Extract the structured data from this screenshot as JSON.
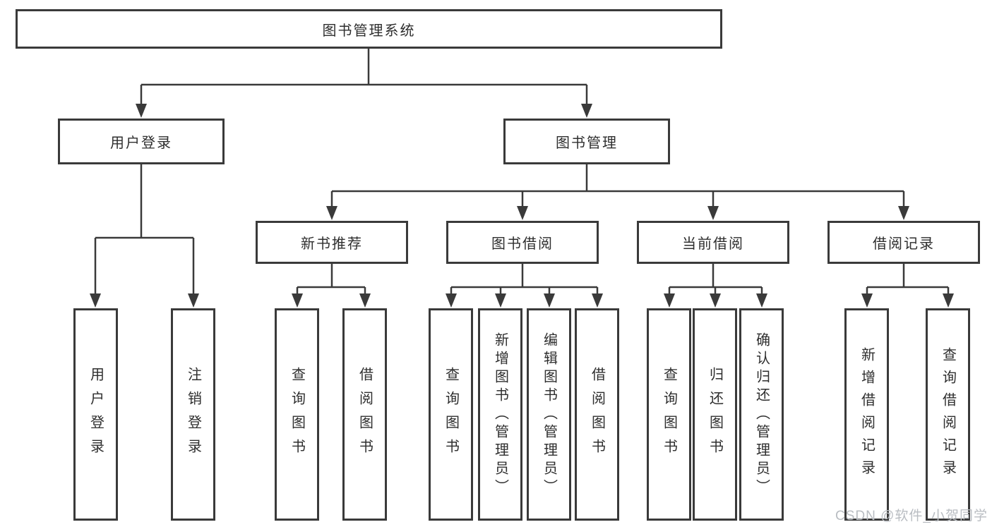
{
  "tree": {
    "root": {
      "label": "图书管理系统"
    },
    "branches": [
      {
        "label": "用户登录",
        "children": [
          {
            "label": "用户登录"
          },
          {
            "label": "注销登录"
          }
        ]
      },
      {
        "label": "图书管理",
        "groups": [
          {
            "label": "新书推荐",
            "children": [
              {
                "label": "查询图书"
              },
              {
                "label": "借阅图书"
              }
            ]
          },
          {
            "label": "图书借阅",
            "children": [
              {
                "label": "查询图书"
              },
              {
                "label": "新增图书（管理员）"
              },
              {
                "label": "编辑图书（管理员）"
              },
              {
                "label": "借阅图书"
              }
            ]
          },
          {
            "label": "当前借阅",
            "children": [
              {
                "label": "查询图书"
              },
              {
                "label": "归还图书"
              },
              {
                "label": "确认归还（管理员）"
              }
            ]
          },
          {
            "label": "借阅记录",
            "children": [
              {
                "label": "新增借阅记录"
              },
              {
                "label": "查询借阅记录"
              }
            ]
          }
        ]
      }
    ]
  },
  "watermark": {
    "text": "CSDN @软件_小贺同学"
  },
  "colors": {
    "line": "#3a3a3a",
    "box_border": "#3a3a3a",
    "text": "#2e2e2e",
    "watermark": "#b9bdc2",
    "background": "#ffffff"
  }
}
